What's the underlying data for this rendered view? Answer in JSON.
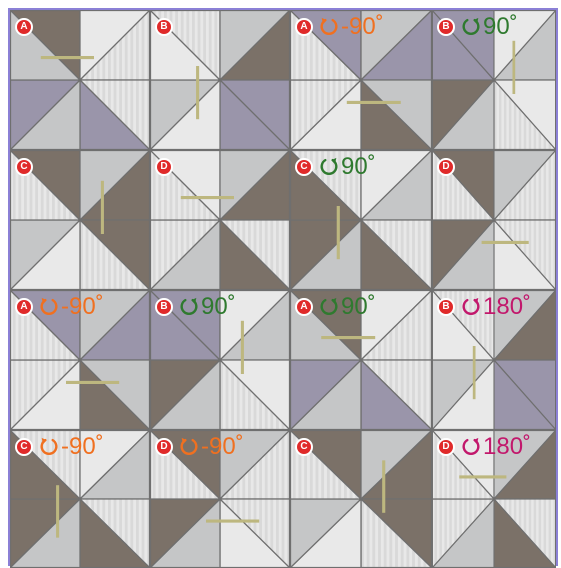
{
  "colors": {
    "dark": "#7b7168",
    "purple": "#9a95aa",
    "light": "#e9e9e9",
    "mid": "#c5c6c7",
    "stripe": "#d9d9d9",
    "grout": "#6f6f6f",
    "gold": "#bdb77f",
    "frame": "#8b80d6",
    "badge": "#e02a2a",
    "orange": "#f07020",
    "green": "#2f7a2f",
    "magenta": "#c2186c"
  },
  "tiles": [
    {
      "letter": "A",
      "rotation": ""
    },
    {
      "letter": "B",
      "rotation": ""
    },
    {
      "letter": "A",
      "rotation": "-90˚",
      "color": "orange",
      "direction": "ccw"
    },
    {
      "letter": "B",
      "rotation": "90˚",
      "color": "green",
      "direction": "cw"
    },
    {
      "letter": "C",
      "rotation": ""
    },
    {
      "letter": "D",
      "rotation": ""
    },
    {
      "letter": "C",
      "rotation": "90˚",
      "color": "green",
      "direction": "cw"
    },
    {
      "letter": "D",
      "rotation": ""
    },
    {
      "letter": "A",
      "rotation": "-90˚",
      "color": "orange",
      "direction": "ccw"
    },
    {
      "letter": "B",
      "rotation": "90˚",
      "color": "green",
      "direction": "cw"
    },
    {
      "letter": "A",
      "rotation": "90˚",
      "color": "green",
      "direction": "cw"
    },
    {
      "letter": "B",
      "rotation": "180˚",
      "color": "magenta",
      "direction": "cw"
    },
    {
      "letter": "C",
      "rotation": "-90˚",
      "color": "orange",
      "direction": "ccw"
    },
    {
      "letter": "D",
      "rotation": "-90˚",
      "color": "orange",
      "direction": "ccw"
    },
    {
      "letter": "C",
      "rotation": ""
    },
    {
      "letter": "D",
      "rotation": "180˚",
      "color": "magenta",
      "direction": "cw"
    }
  ]
}
